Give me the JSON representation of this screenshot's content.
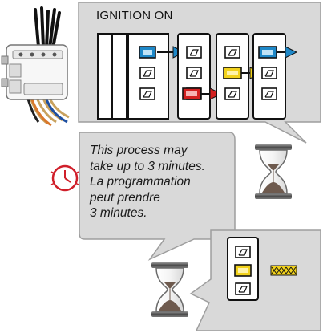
{
  "header": {
    "title": "IGNITION ON"
  },
  "note": {
    "lines": [
      "This process may",
      "take up to 3 minutes.",
      "La programmation",
      "peut prendre",
      "3 minutes."
    ]
  },
  "colors": {
    "panel": "#d9d9d9",
    "panel_stroke": "#9e9e9e",
    "blue_led": "#1e88c8",
    "yellow_led": "#f2d21b",
    "red_led": "#d32020",
    "sand": "#6e5a4e",
    "clock": "#d01f2a"
  },
  "icons": [
    "module-icon",
    "wire-harness-icon",
    "hourglass-icon",
    "clock-icon",
    "bracket-icon"
  ]
}
